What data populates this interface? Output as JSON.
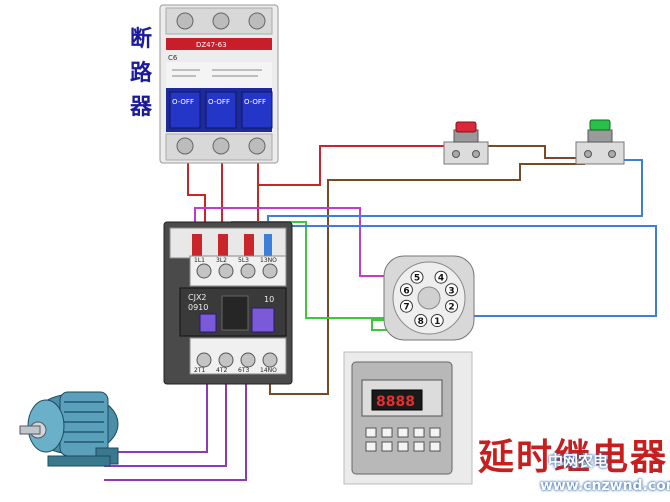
{
  "labels": {
    "breaker_chars": [
      "断",
      "路",
      "器"
    ],
    "relay_title": "延时继电器",
    "watermark_cn": "中网农电",
    "watermark_url": "www.cnzwnd.com"
  },
  "breaker": {
    "model": "DZ47-63",
    "rating": "C6",
    "off_labels": [
      "O-OFF",
      "O-OFF",
      "O-OFF"
    ]
  },
  "contactor": {
    "model_line1": "CJX2",
    "model_line2": "0910",
    "terminal_top": [
      "1L1",
      "3L2",
      "5L3",
      "13NO"
    ],
    "terminal_bottom": [
      "2T1",
      "4T2",
      "6T3",
      "14NO"
    ],
    "side_label": "10"
  },
  "relay_socket_pins": [
    "1",
    "2",
    "3",
    "4",
    "5",
    "6",
    "7",
    "8"
  ],
  "timer_display": "8888",
  "colors": {
    "wire_red": "#c8262a",
    "wire_brown": "#7a4a24",
    "wire_magenta": "#c23cc8",
    "wire_green": "#3cc83c",
    "wire_blue": "#3c7ed8",
    "wire_purple": "#8a3cb8",
    "breaker_blue": "#2436c8",
    "stop_button": "#d8283a",
    "start_button": "#28c046",
    "motor": "#4a8ea8"
  }
}
